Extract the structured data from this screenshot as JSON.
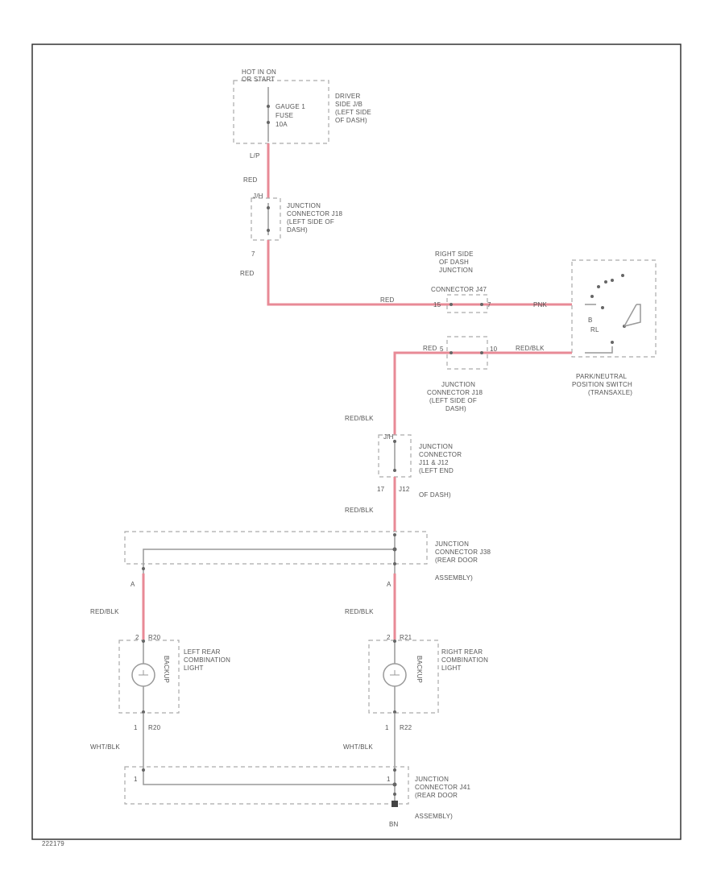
{
  "labels": {
    "fuse_hot_1": "HOT IN ON",
    "fuse_hot_2": "OR START",
    "fuse_name_1": "GAUGE 1",
    "fuse_name_2": "FUSE",
    "fuse_name_3": "10A",
    "fuse_loc_1": "DRIVER",
    "fuse_loc_2": "SIDE J/B",
    "fuse_loc_3": "(LEFT SIDE",
    "fuse_loc_4": "OF DASH)",
    "fuse_pin": "L/P",
    "wire_red_1": "RED",
    "jc1_pin_top": "J/H",
    "jc1_pin_bottom": "7",
    "jc1_desc_1": "JUNCTION",
    "jc1_desc_2": "CONNECTOR J18",
    "jc1_desc_3": "(LEFT SIDE OF",
    "jc1_desc_4": "DASH)",
    "wire_red_2": "RED",
    "wire_red_3": "RED",
    "jc2_title_1": "RIGHT SIDE",
    "jc2_title_2": "OF DASH",
    "jc2_title_3": "JUNCTION",
    "jc2_title_4": "CONNECTOR J47",
    "jc2_pin_left": "15",
    "jc2_pin_right": "7",
    "wire_pnk": "PNK",
    "pnp_pin_top": "B",
    "pnp_pin_bottom": "RL",
    "pnp_name_1": "PARK/NEUTRAL",
    "pnp_name_2": "POSITION SWITCH",
    "pnp_name_3": "(TRANSAXLE)",
    "wire_red_blk_1": "RED",
    "jc3_pin_left": "5",
    "jc3_pin_right": "10",
    "wire_red_blk_2": "RED/BLK",
    "jc3_desc_1": "JUNCTION",
    "jc3_desc_2": "CONNECTOR J18",
    "jc3_desc_3": "(LEFT SIDE OF",
    "jc3_desc_4": "DASH)",
    "wire_red_blk_3": "RED/BLK",
    "jc4_pin_top": "J/H",
    "jc4_pin_bottom": "17",
    "jc4_pin_code": "J12",
    "jc4_desc_1": "JUNCTION",
    "jc4_desc_2": "CONNECTOR",
    "jc4_desc_3": "J11 & J12",
    "jc4_desc_4": "(LEFT END",
    "jc4_desc_5": "OF DASH)",
    "wire_red_blk_4": "RED/BLK",
    "jc5_desc_1": "JUNCTION",
    "jc5_desc_2": "CONNECTOR J38",
    "jc5_desc_3": "(REAR DOOR",
    "jc5_desc_4": "ASSEMBLY)",
    "jc5_pin_left": "A",
    "jc5_pin_right": "A",
    "wire_red_blk_5": "RED/BLK",
    "wire_red_blk_6": "RED/BLK",
    "left_lamp_pin_top": "R20",
    "left_lamp_pin_top_num": "2",
    "left_lamp_side": "BACKUP",
    "left_lamp_name_1": "LEFT REAR",
    "left_lamp_name_2": "COMBINATION",
    "left_lamp_name_3": "LIGHT",
    "left_lamp_pin_bottom_num": "1",
    "left_lamp_pin_bottom": "R20",
    "right_lamp_pin_top": "R21",
    "right_lamp_pin_top_num": "2",
    "right_lamp_side": "BACKUP",
    "right_lamp_name_1": "RIGHT REAR",
    "right_lamp_name_2": "COMBINATION",
    "right_lamp_name_3": "LIGHT",
    "right_lamp_pin_bottom_num": "1",
    "right_lamp_pin_bottom": "R22",
    "wire_wht_blk_1": "WHT/BLK",
    "wire_wht_blk_2": "WHT/BLK",
    "jc6_pin_left": "1",
    "jc6_pin_right": "1",
    "jc6_desc_1": "JUNCTION",
    "jc6_desc_2": "CONNECTOR J41",
    "jc6_desc_3": "(REAR DOOR",
    "jc6_desc_4": "ASSEMBLY)",
    "ground": "BN",
    "figure_code": "222179"
  },
  "colors": {
    "wire_red": "#e88a96",
    "wire_gray": "#999999",
    "frame": "#333333"
  },
  "icons": [
    "lamp-symbol",
    "switch-symbol",
    "fuse-symbol",
    "ground-symbol"
  ]
}
